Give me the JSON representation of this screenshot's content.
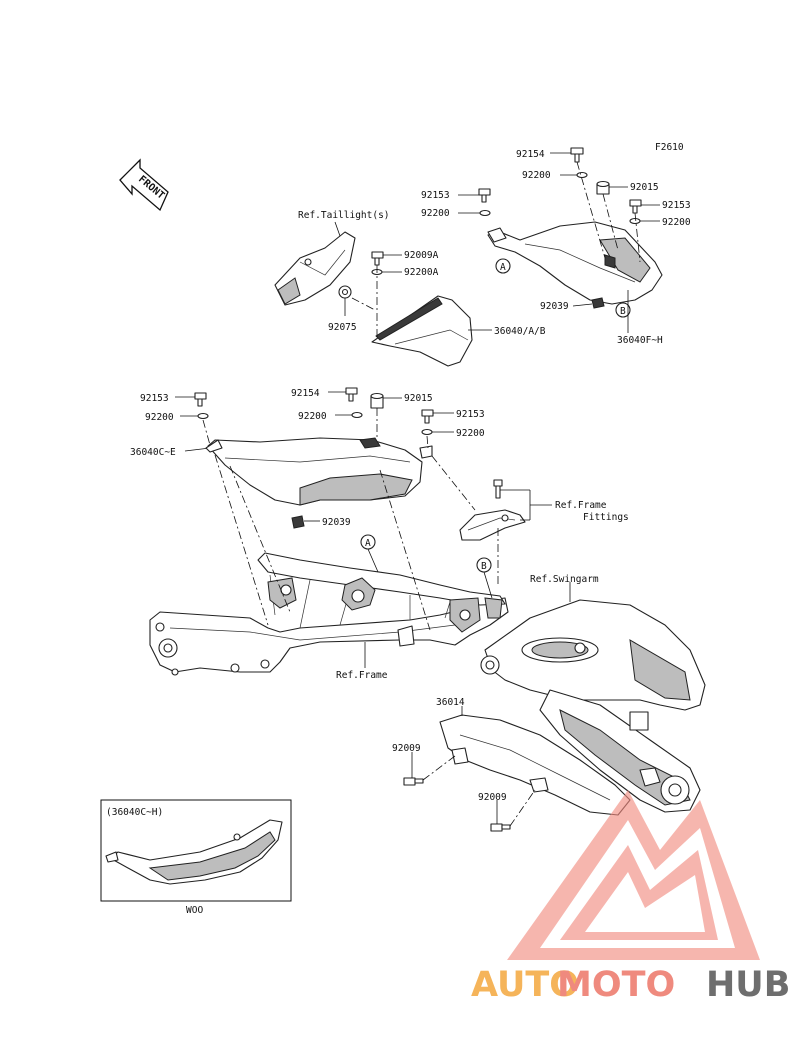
{
  "figure_code": "F2610",
  "front_label": "FRONT",
  "labels": {
    "p92154_top": "92154",
    "p92200_top": "92200",
    "p92015_top": "92015",
    "p92153_right": "92153",
    "p92200_right": "92200",
    "p92153_mid": "92153",
    "p92200_mid": "92200",
    "ref_taillight": "Ref.Taillight(s)",
    "p92009A": "92009A",
    "p92200A": "92200A",
    "p92075": "92075",
    "p36040AB": "36040/A/B",
    "p92039_top": "92039",
    "p36040FH": "36040F~H",
    "p92153_left": "92153",
    "p92200_left": "92200",
    "p92154_mid": "92154",
    "p92015_mid": "92015",
    "p92200_center": "92200",
    "p92153_center": "92153",
    "p92200_center2": "92200",
    "p36040CE": "36040C~E",
    "p92039_bottom": "92039",
    "ref_frame_fittings_1": "Ref.Frame",
    "ref_frame_fittings_2": "Fittings",
    "ref_swingarm": "Ref.Swingarm",
    "ref_frame": "Ref.Frame",
    "p36014": "36014",
    "p92009_a": "92009",
    "p92009_b": "92009",
    "inset_title": "(36040C~H)",
    "inset_caption": "WOO",
    "callout_A": "A",
    "callout_B": "B"
  },
  "watermark": {
    "part1": "AUTO",
    "part2": "MOTO",
    "part3": "HUB",
    "colors": {
      "auto": "#f5b45a",
      "moto": "#ef8a7e",
      "hub": "#6e6e6e",
      "logo": "#f28c80"
    }
  }
}
